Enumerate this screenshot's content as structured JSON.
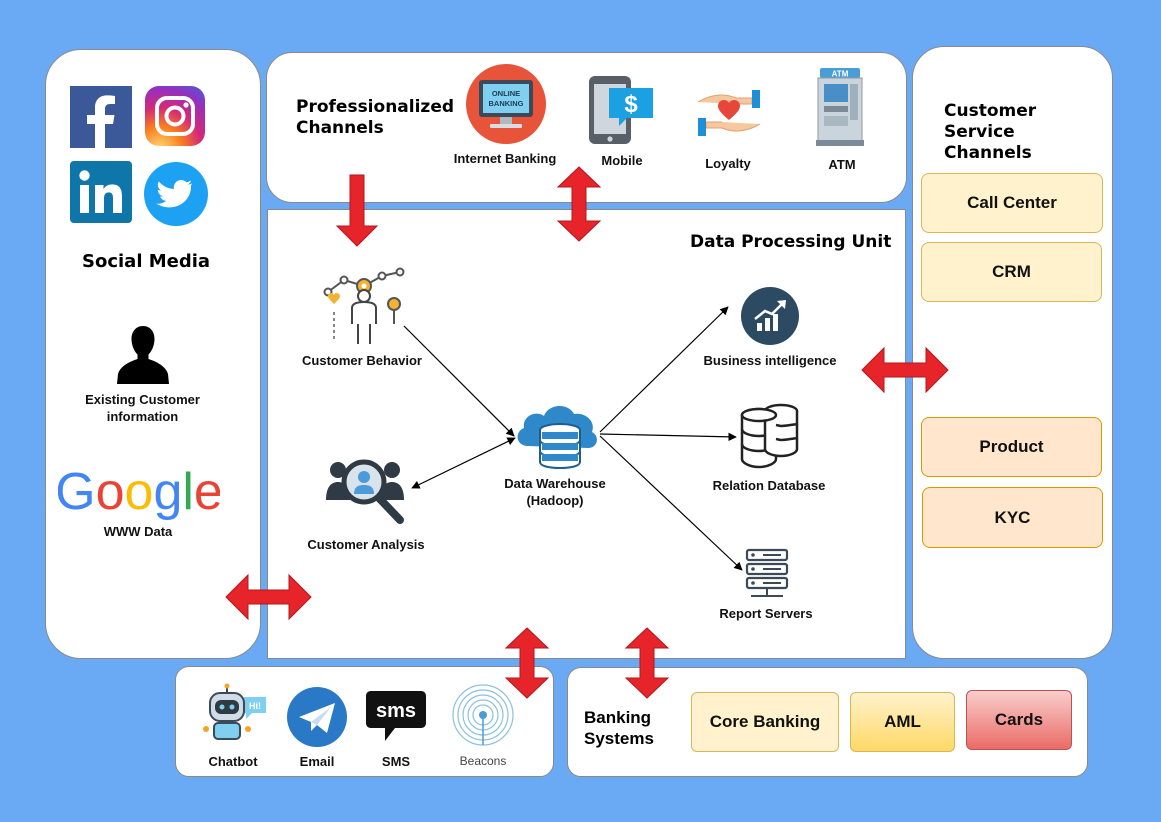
{
  "social": {
    "title": "Social Media",
    "existing_customer": "Existing Customer information",
    "google_logo": "Google",
    "www_data": "WWW Data"
  },
  "channels": {
    "title": "Professionalized Channels",
    "online_banking_sign": "ONLINE BANKING",
    "items": [
      "Internet Banking",
      "Mobile",
      "Loyalty",
      "ATM"
    ],
    "atm_sign": "ATM"
  },
  "service": {
    "title": "Customer Service Channels",
    "boxes": [
      "Call Center",
      "CRM",
      "Product",
      "KYC"
    ]
  },
  "dpu": {
    "title": "Data Processing Unit",
    "customer_behavior": "Customer Behavior",
    "customer_analysis": "Customer Analysis",
    "warehouse": "Data Warehouse",
    "warehouse_sub": "(Hadoop)",
    "business_intelligence": "Business intelligence",
    "relation_db": "Relation Database",
    "report_servers": "Report Servers"
  },
  "comms": {
    "chatbot": "Chatbot",
    "chatbot_badge": "Hi!",
    "email": "Email",
    "sms": "SMS",
    "sms_icon": "sms",
    "beacons": "Beacons"
  },
  "banking": {
    "title": "Banking Systems",
    "boxes": [
      "Core Banking",
      "AML",
      "Cards"
    ]
  },
  "colors": {
    "background": "#6aaaf5",
    "arrow": "#e8242b",
    "facebook": "#3b5998",
    "linkedin": "#0e76a8",
    "twitter": "#1da1f2"
  }
}
